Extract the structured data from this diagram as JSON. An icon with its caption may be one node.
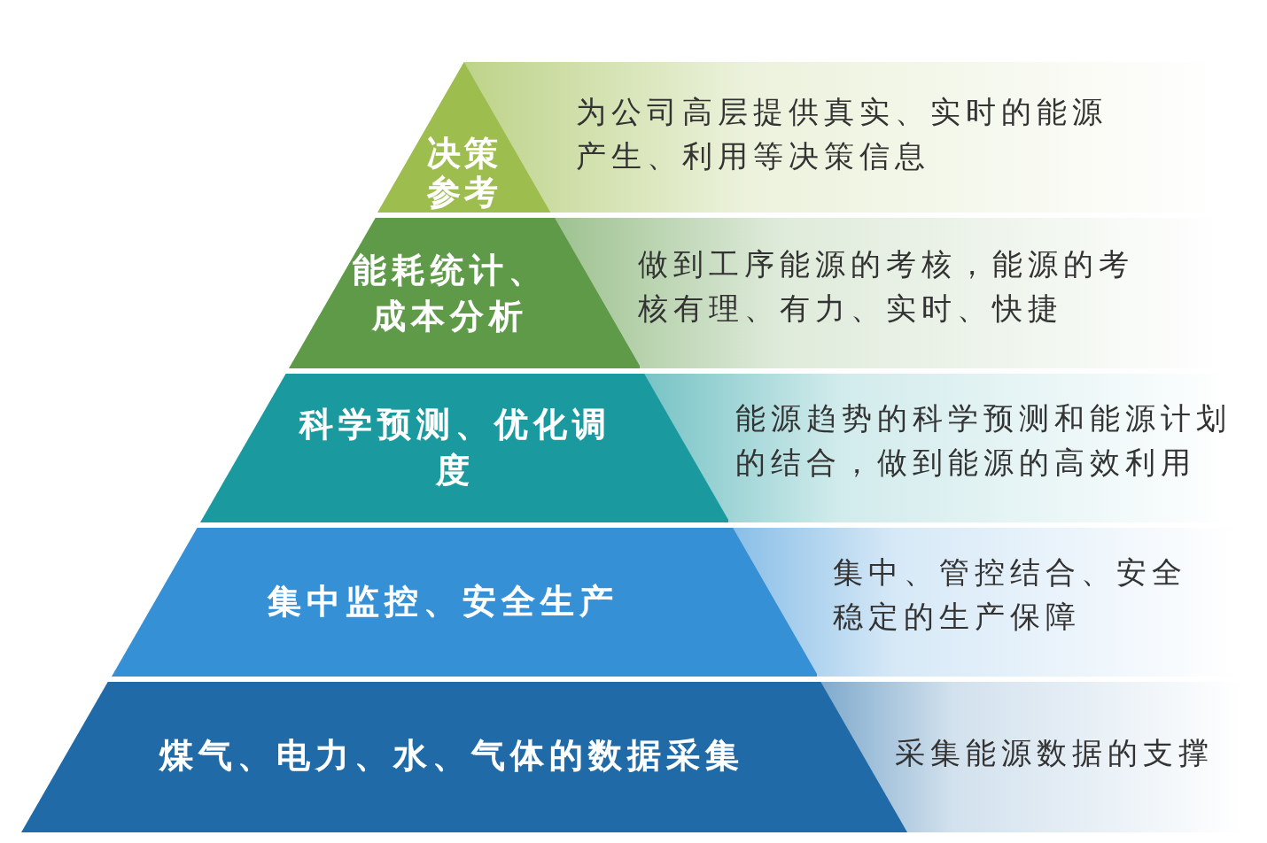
{
  "diagram": {
    "nodes": [
      {
        "text": [
          "决策参考"
        ],
        "beside": [
          "为公司高层提供真实、实时的能源产生、利用等决策信息"
        ]
      },
      {
        "text": [
          "能耗统计、成本分析"
        ],
        "beside": [
          "做到工序能源的考核，能源的考核有理、有力、实时、快捷"
        ]
      },
      {
        "text": [
          "科学预测、优化调度"
        ],
        "beside": [
          "能源趋势的科学预测和能源计划的结合，做到能源的高效利用"
        ]
      },
      {
        "text": [
          "集中监控、安全生产"
        ],
        "beside": [
          "集中、管控结合、安全稳定的生产保障"
        ]
      },
      {
        "text": [
          "煤气、电力、水、气体的数据采集"
        ],
        "beside": [
          "采集能源数据的支撑"
        ]
      }
    ]
  }
}
